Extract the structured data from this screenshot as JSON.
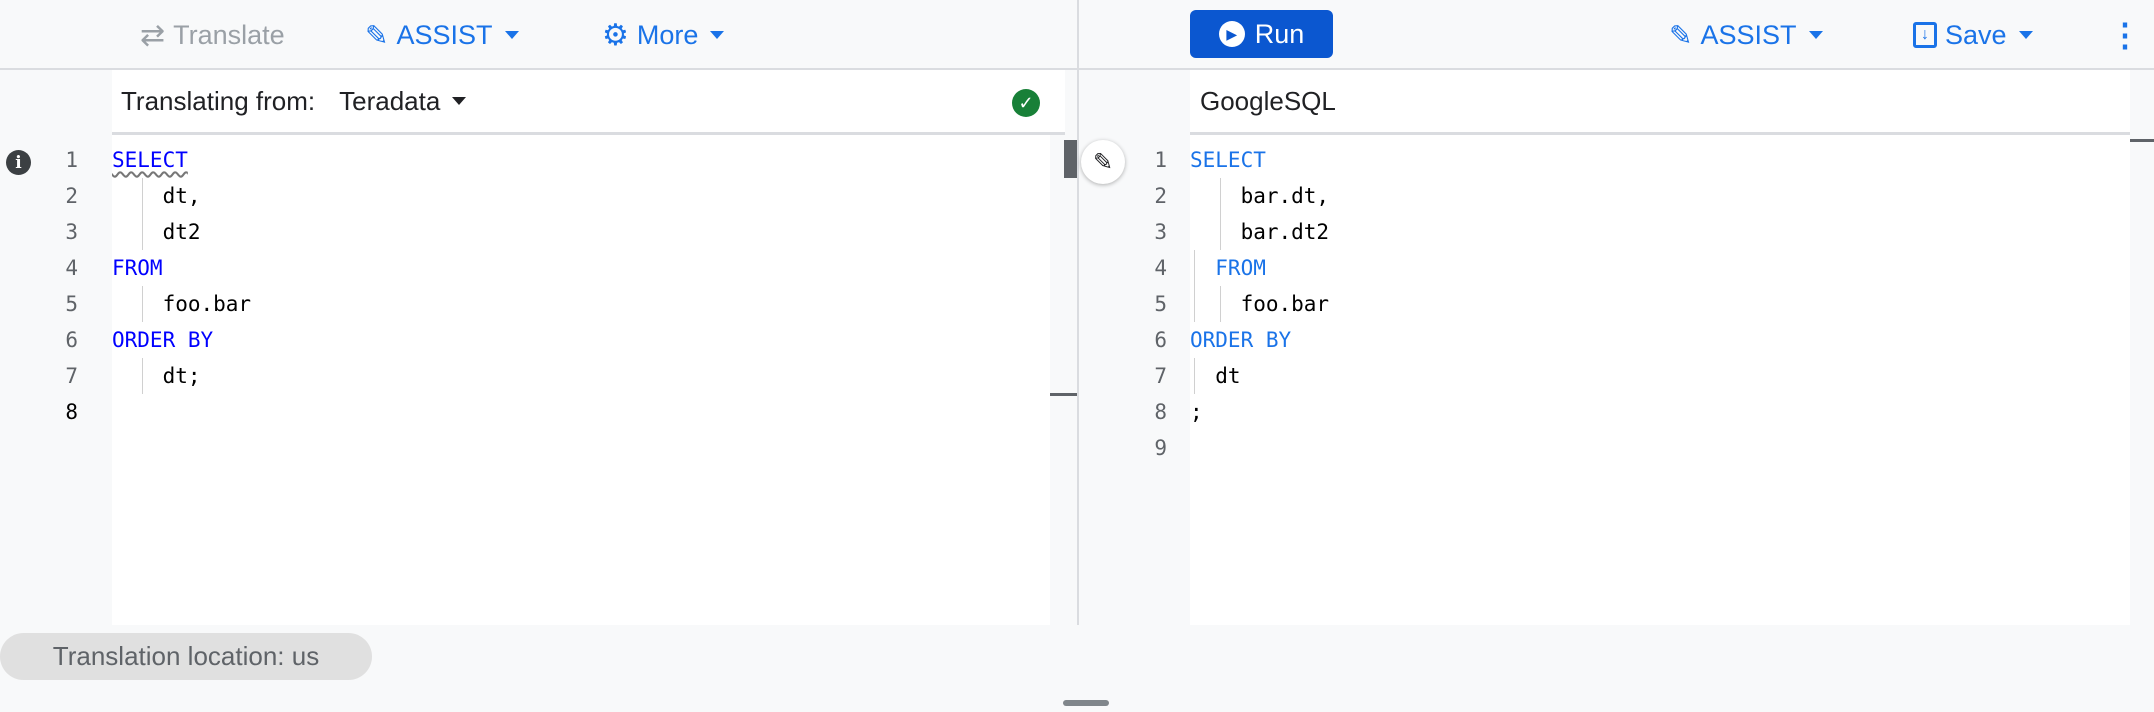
{
  "left_toolbar": {
    "translate": "Translate",
    "assist": "ASSIST",
    "more": "More"
  },
  "right_toolbar": {
    "run": "Run",
    "assist": "ASSIST",
    "save": "Save"
  },
  "left_header": {
    "label": "Translating from:",
    "dialect": "Teradata",
    "status": "valid"
  },
  "right_header": {
    "dialect": "GoogleSQL"
  },
  "left_code": [
    {
      "n": "1",
      "kw": "SELECT",
      "text": ""
    },
    {
      "n": "2",
      "kw": "",
      "text": "    dt,"
    },
    {
      "n": "3",
      "kw": "",
      "text": "    dt2"
    },
    {
      "n": "4",
      "kw": "FROM",
      "text": ""
    },
    {
      "n": "5",
      "kw": "",
      "text": "    foo.bar"
    },
    {
      "n": "6",
      "kw": "ORDER BY",
      "text": ""
    },
    {
      "n": "7",
      "kw": "",
      "text": "    dt;"
    },
    {
      "n": "8",
      "kw": "",
      "text": ""
    }
  ],
  "right_code": [
    {
      "n": "1",
      "kw": "SELECT",
      "text": ""
    },
    {
      "n": "2",
      "kw": "",
      "text": "    bar.dt,"
    },
    {
      "n": "3",
      "kw": "",
      "text": "    bar.dt2"
    },
    {
      "n": "4",
      "kw": "  FROM",
      "text": ""
    },
    {
      "n": "5",
      "kw": "",
      "text": "    foo.bar"
    },
    {
      "n": "6",
      "kw": "ORDER BY",
      "text": ""
    },
    {
      "n": "7",
      "kw": "",
      "text": "  dt"
    },
    {
      "n": "8",
      "kw": "",
      "text": ";"
    },
    {
      "n": "9",
      "kw": "",
      "text": ""
    }
  ],
  "footer": {
    "location": "Translation location: us"
  },
  "colors": {
    "accent": "#1a73e8",
    "keyword_left": "#0000ff",
    "success": "#188038"
  }
}
